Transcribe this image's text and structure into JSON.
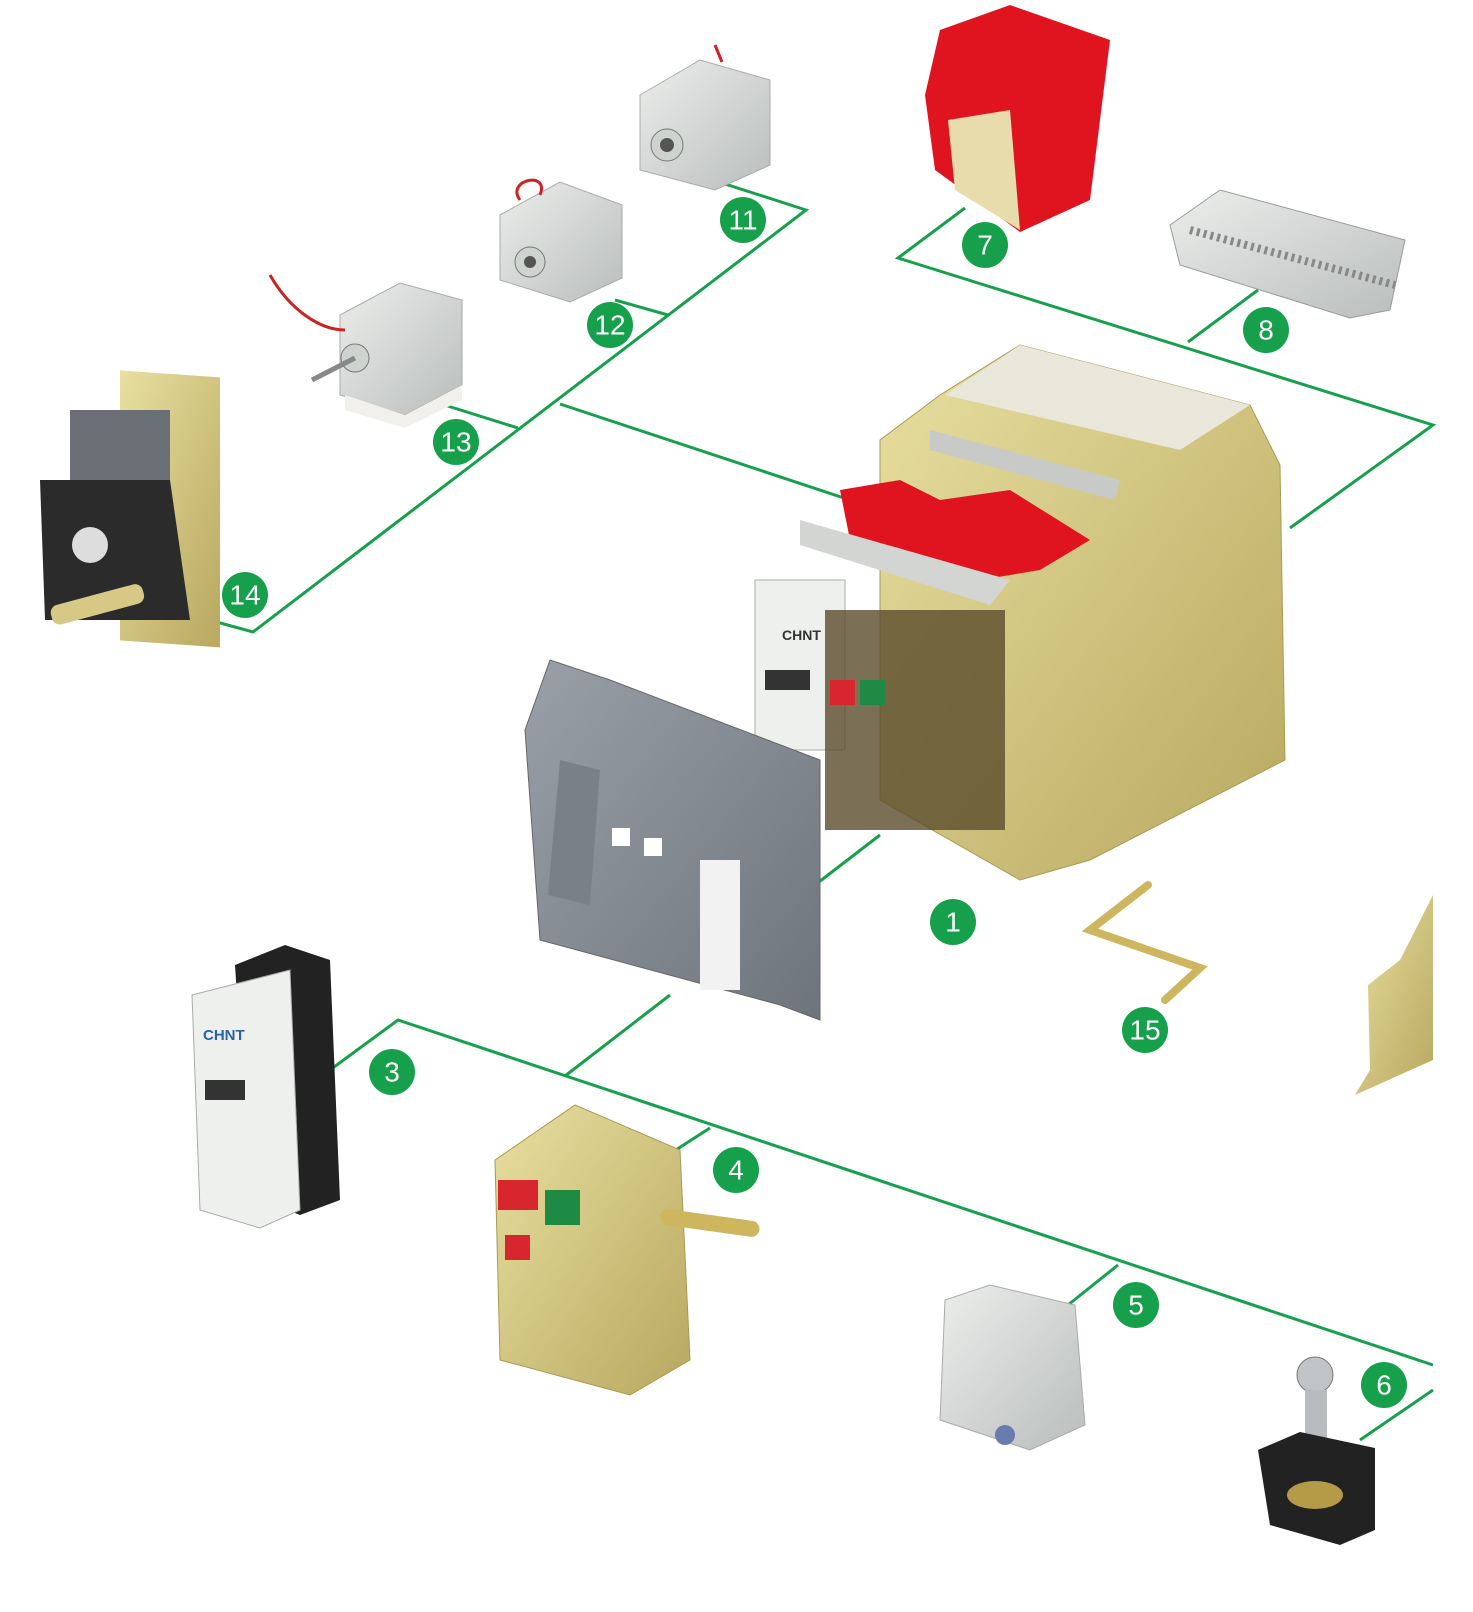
{
  "title": "Air circuit breaker exploded components diagram",
  "accent_color": "#16a04c",
  "callouts": [
    {
      "id": "c1",
      "label": "1"
    },
    {
      "id": "c3",
      "label": "3"
    },
    {
      "id": "c4",
      "label": "4"
    },
    {
      "id": "c5",
      "label": "5"
    },
    {
      "id": "c6",
      "label": "6"
    },
    {
      "id": "c7",
      "label": "7"
    },
    {
      "id": "c8",
      "label": "8"
    },
    {
      "id": "c11",
      "label": "11"
    },
    {
      "id": "c12",
      "label": "12"
    },
    {
      "id": "c13",
      "label": "13"
    },
    {
      "id": "c14",
      "label": "14"
    },
    {
      "id": "c15",
      "label": "15"
    }
  ],
  "brand_text": "CHNT"
}
